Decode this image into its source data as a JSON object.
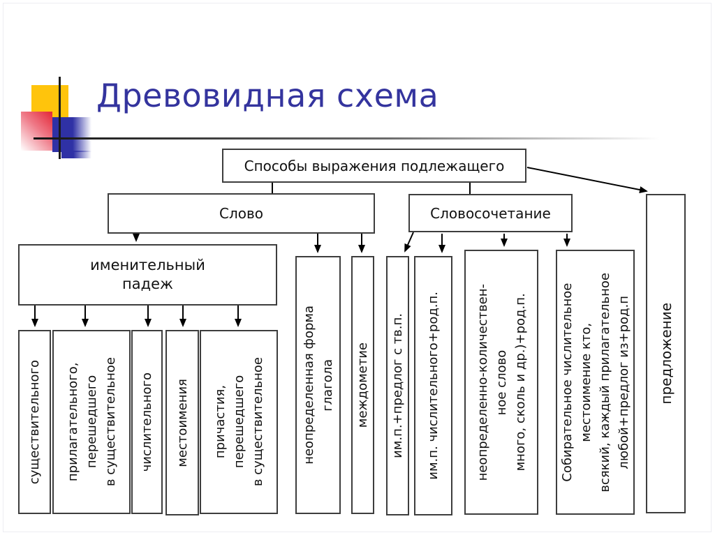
{
  "slide": {
    "title": "Древовидная схема"
  },
  "decoration": {
    "title_color": "#34349E",
    "logo_colors": {
      "yellow": "#FFC40C",
      "red": "#E32636",
      "blue": "#2F31A5"
    },
    "box_border_color": "#3d3d3d"
  },
  "diagram": {
    "root": "Способы выражения подлежащего",
    "word": "Слово",
    "phrase": "Словосочетание",
    "sentence": "предложение",
    "nominative_case": "именительный\nпадеж",
    "noun": "существительного",
    "adjective_as_noun": "прилагательного,\nперешедшего\nв существительное",
    "numeral": "числительного",
    "pronoun": "местоимения",
    "participle_as_noun": "причастия,\nперешедшего\nв существительное",
    "infinitive": "неопределенная форма\nглагола",
    "interjection": "междометие",
    "nom_plus_prep_instr": "им.п.+предлог с тв.п.",
    "nom_numeral_plus_gen": "им.п. числительного+род.п.",
    "indef_quantitative": "неопределенно-количествен-\nное слово\nмного, сколь и др.)+род.п.",
    "collective_numeral": "Собирательное числительное\nместоимение кто,\nвсякий, каждый прилагательное\nлюбой+предлог из+род.п"
  }
}
